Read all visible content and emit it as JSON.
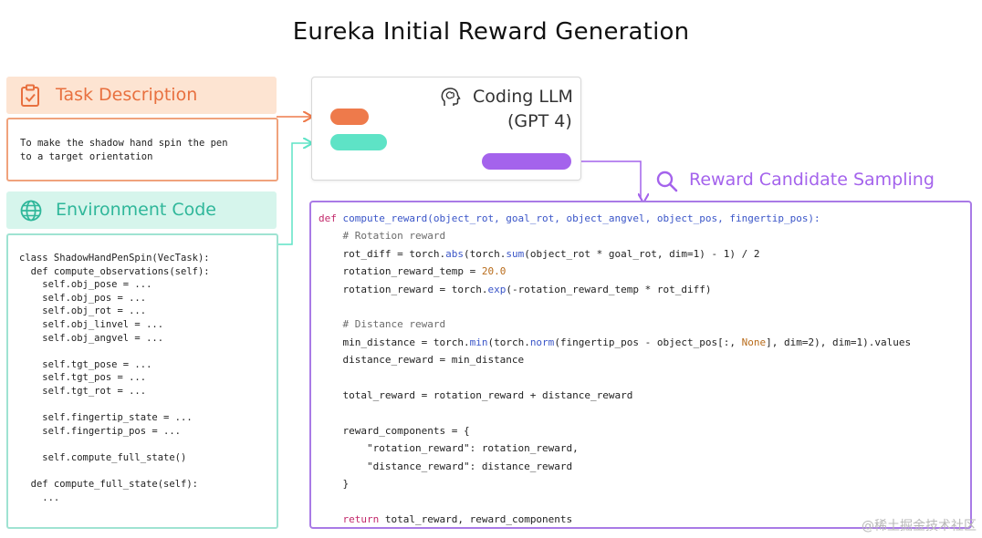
{
  "title": "Eureka Initial Reward Generation",
  "task": {
    "label": "Task Description",
    "text": "To make the shadow hand spin the pen\nto a target orientation"
  },
  "env": {
    "label": "Environment Code",
    "code": "class ShadowHandPenSpin(VecTask):\n  def compute_observations(self):\n    self.obj_pose = ...\n    self.obj_pos = ...\n    self.obj_rot = ...\n    self.obj_linvel = ...\n    self.obj_angvel = ...\n\n    self.tgt_pose = ...\n    self.tgt_pos = ...\n    self.tgt_rot = ...\n\n    self.fingertip_state = ...\n    self.fingertip_pos = ...\n\n    self.compute_full_state()\n\n  def compute_full_state(self):\n    ..."
  },
  "llm": {
    "name": "Coding LLM",
    "model": "(GPT 4)"
  },
  "sampling": {
    "label": "Reward Candidate Sampling"
  },
  "reward_code": {
    "def_kw": "def",
    "signature": "compute_reward(object_rot, goal_rot, object_angvel, object_pos, fingertip_pos):",
    "comment_rotation": "# Rotation reward",
    "rot_diff_a": "rot_diff = torch.",
    "abs": "abs",
    "rot_diff_b": "(torch.",
    "sum": "sum",
    "rot_diff_c": "(object_rot * goal_rot, dim=1) - 1) / 2",
    "temp_a": "rotation_reward_temp = ",
    "temp_val": "20.0",
    "rot_reward_a": "rotation_reward = torch.",
    "exp": "exp",
    "rot_reward_b": "(-rotation_reward_temp * rot_diff)",
    "comment_distance": "# Distance reward",
    "min_a": "min_distance = torch.",
    "min": "min",
    "min_b": "(torch.",
    "norm": "norm",
    "min_c": "(fingertip_pos - object_pos[:, ",
    "none": "None",
    "min_d": "], dim=2), dim=1).values",
    "dist_reward": "distance_reward = min_distance",
    "total": "total_reward = rotation_reward + distance_reward",
    "comps_open": "reward_components = {",
    "comp1": "\"rotation_reward\": rotation_reward,",
    "comp2": "\"distance_reward\": distance_reward",
    "comps_close": "}",
    "return_kw": "return",
    "return_rest": " total_reward, reward_components"
  },
  "watermark": "@稀土掘金技术社区",
  "colors": {
    "task": "#e8703f",
    "env": "#2fb79a",
    "sampling": "#a463ec"
  }
}
